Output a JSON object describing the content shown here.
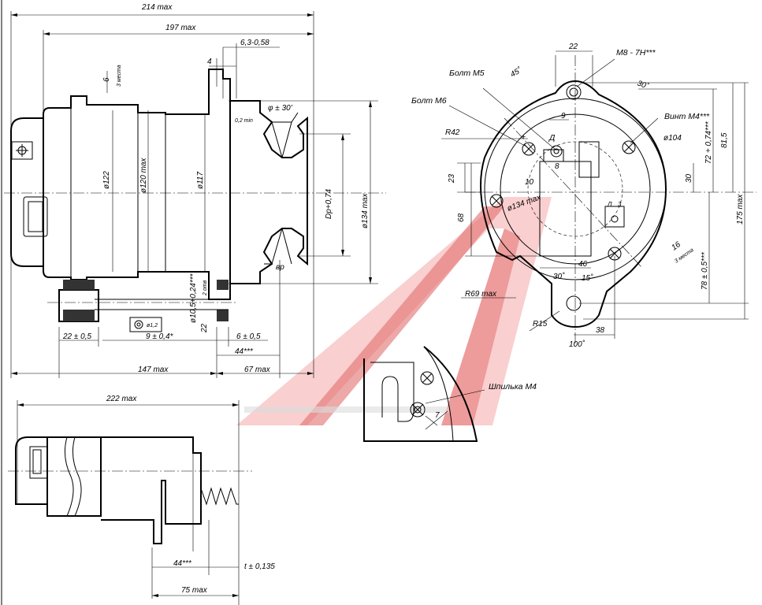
{
  "side_view": {
    "dims": {
      "d214": "214 max",
      "d197": "197 max",
      "d6_3": "6,3-0,58",
      "d4": "4",
      "d6": "6",
      "d3mesta": "3 места",
      "phi122": "ø122",
      "phi120": "ø120 max",
      "phi117": "ø117",
      "d0_2": "0,2 min",
      "phi30": "φ ± 30'",
      "dp": "Dp+0,74",
      "phi134": "ø134 max",
      "vp": "вр",
      "phi10_5": "ø10,5+0,24***",
      "d2otv": "2 отв",
      "d22": "22",
      "phi1_2": "ø1,2",
      "d22_05": "22 ± 0,5",
      "d9_04": "9 ± 0,4*",
      "d6_05": "6 ± 0,5",
      "d44": "44***",
      "d147": "147 max",
      "d67": "67 max"
    }
  },
  "front_view": {
    "labels": {
      "bolt_m5": "Болт М5",
      "bolt_m6": "Болт М6",
      "vint_m4": "Винт М4***",
      "m8": "М8 - 7Н***",
      "d_letter": "Д",
      "plus": "+",
      "l_letter": "Л",
      "three": "3"
    },
    "dims": {
      "d22": "22",
      "a45": "45˚",
      "a30": "30˚",
      "d9": "9",
      "r42": "R42",
      "phi104": "ø104",
      "d8": "8",
      "d23": "23",
      "d10": "10",
      "phi134": "ø134 max",
      "d68": "68",
      "d30": "30",
      "d72": "72 + 0,74***",
      "d81_5": "81,5",
      "d175": "175 max",
      "d46": "46",
      "d16": "16",
      "d3mesta": "3 места",
      "d78": "78 ± 0,5***",
      "a30b": "30˚",
      "a15": "15˚",
      "r69": "R69 max",
      "r15": "R15",
      "d38": "38",
      "a100": "100˚"
    }
  },
  "detail_view": {
    "label": "Шпилька М4",
    "dim7": "7"
  },
  "bottom_view": {
    "dims": {
      "d222": "222 max",
      "d44": "44***",
      "dt": "t ± 0,135",
      "d75": "75 max"
    }
  },
  "watermark": {
    "letter": "А",
    "color": "#e02020"
  }
}
